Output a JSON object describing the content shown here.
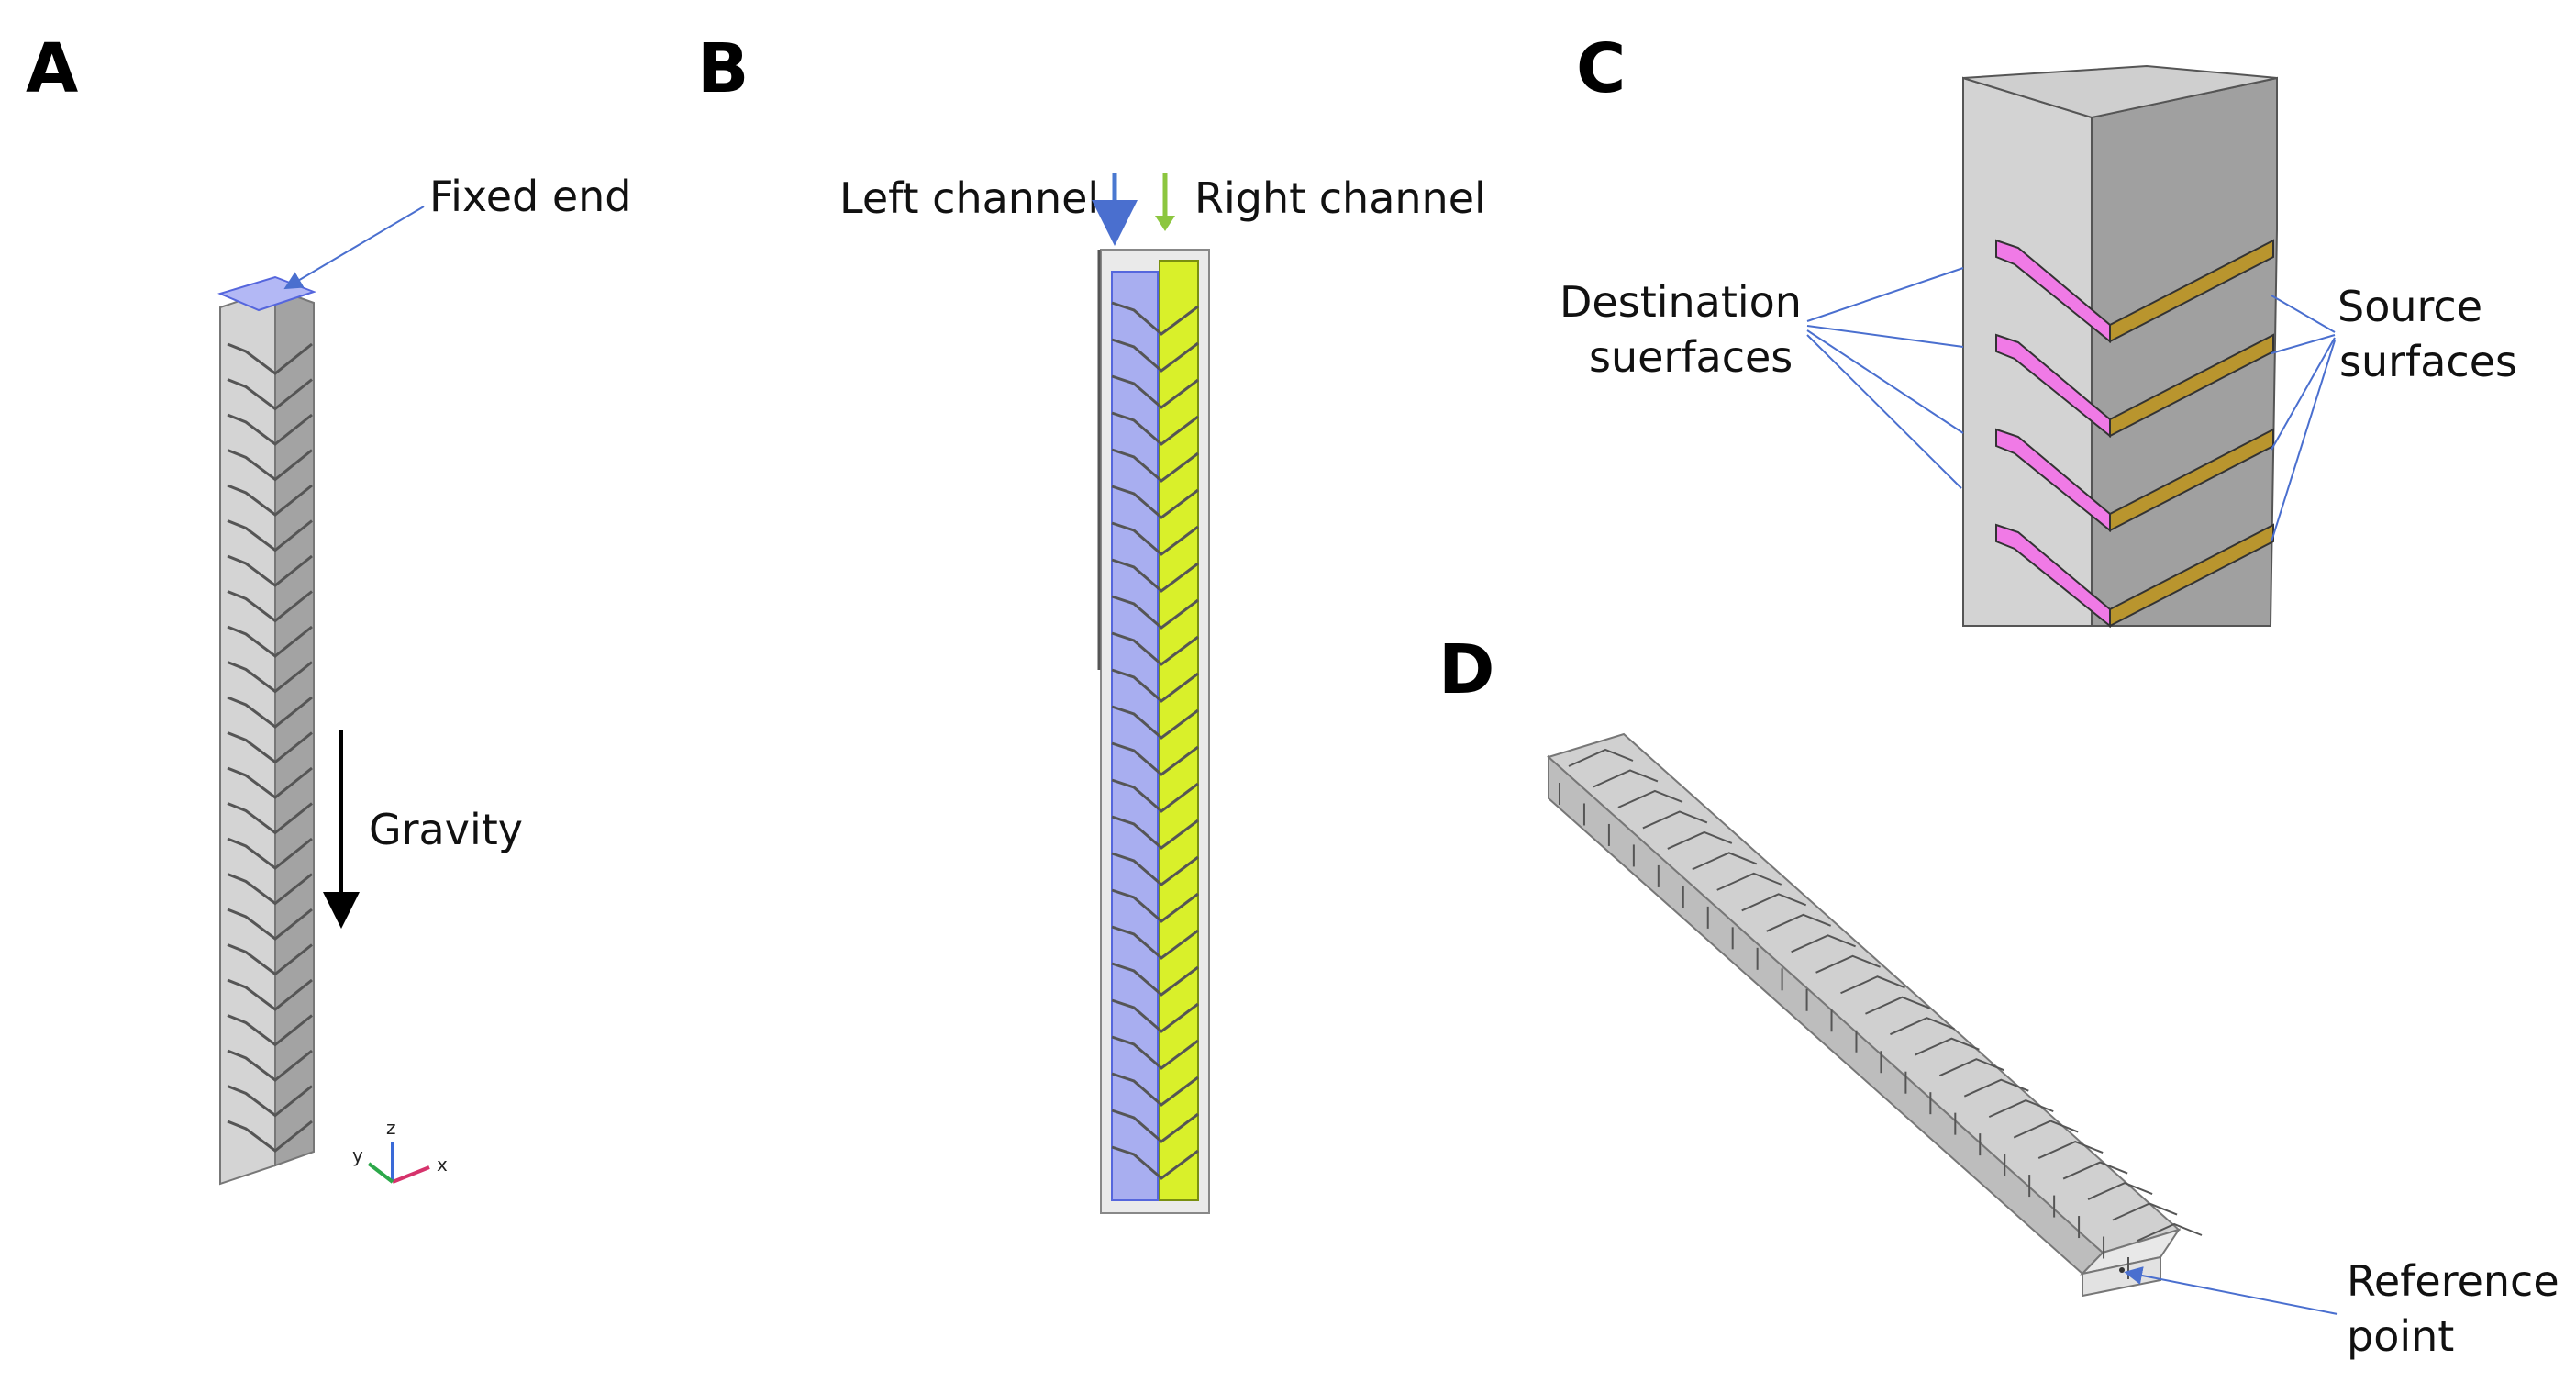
{
  "panels": {
    "a": {
      "letter": "A",
      "fixed_end_label": "Fixed end",
      "gravity_label": "Gravity",
      "axes": {
        "x": "x",
        "y": "y",
        "z": "z"
      }
    },
    "b": {
      "letter": "B",
      "left_channel_label": "Left channel",
      "right_channel_label": "Right channel"
    },
    "c": {
      "letter": "C",
      "destination_label_line1": "Destination",
      "destination_label_line2": "suerfaces",
      "source_label_line1": "Source",
      "source_label_line2": "surfaces"
    },
    "d": {
      "letter": "D",
      "reference_label_line1": "Reference",
      "reference_label_line2": "point"
    }
  },
  "colors": {
    "beam_light": "#d6d6d6",
    "beam_mid": "#bcbcbc",
    "beam_dark": "#9a9a9a",
    "fixed_end_fill": "#b3b8f5",
    "leader_line": "#4a6fcf",
    "left_channel": "#4a78d0",
    "right_channel": "#8cc63f",
    "channel_blue_fill": "#a8aef0",
    "channel_yellow_fill": "#d9f02a",
    "destination_pink": "#f07ae6",
    "source_gold": "#b9952e"
  }
}
